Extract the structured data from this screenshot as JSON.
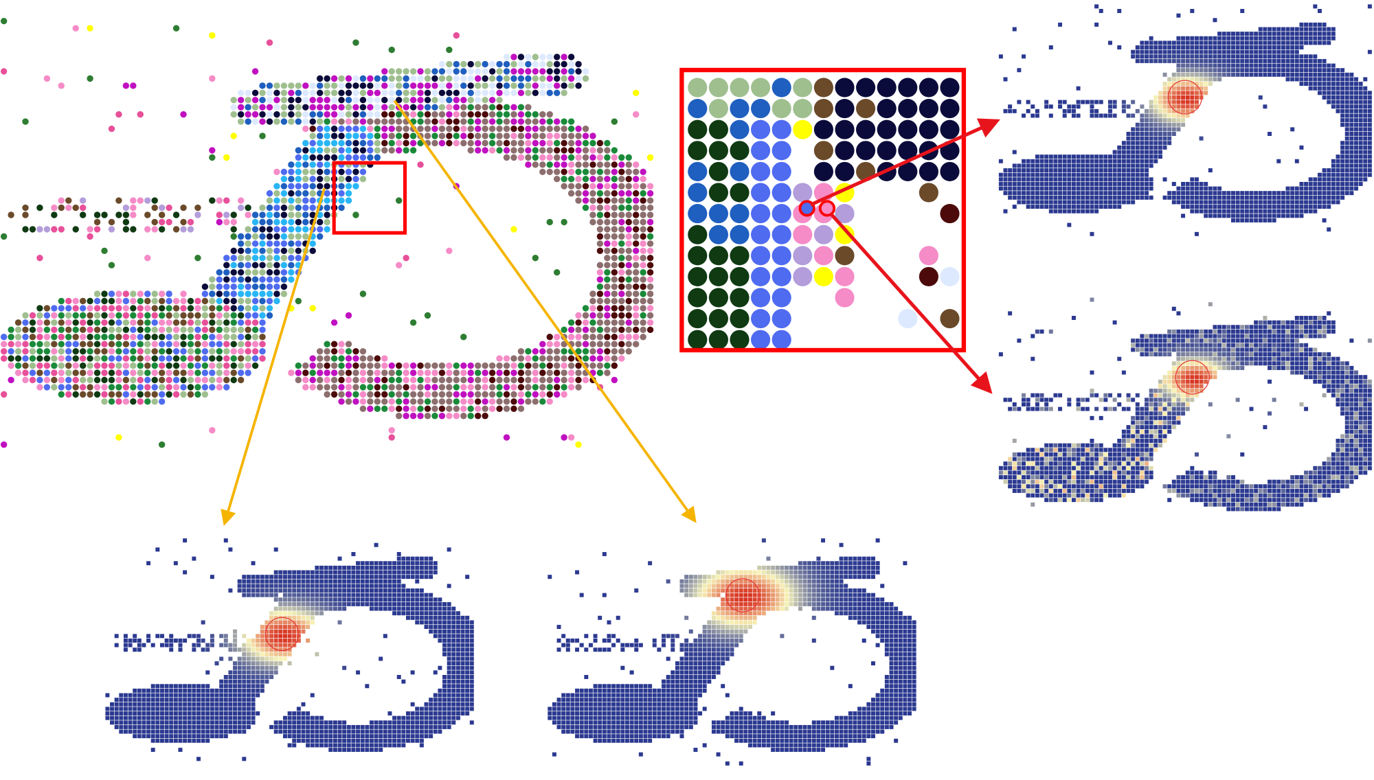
{
  "colors": {
    "zoom_box": "#ff0000",
    "arrow_red": "#e8141c",
    "arrow_orange": "#f5b400",
    "heat_low": "#2b3990",
    "heat_mid": "#f7f3b5",
    "heat_high": "#d7301f",
    "cluster_palette": [
      "#0b0b3b",
      "#4f6bf0",
      "#9fbf8f",
      "#1f5fbf",
      "#6b4a2a",
      "#e8509a",
      "#f58bc7",
      "#8d6e6e",
      "#0f3a12",
      "#c010c0",
      "#ffff00",
      "#1a8a3a",
      "#bfe3ff",
      "#4d0a0a",
      "#29b6f6",
      "#dde9ff",
      "#b39ddb",
      "#2e7d32"
    ]
  },
  "panels": {
    "cluster_map": {
      "kind": "spatial-cluster-map"
    },
    "zoom_inset": {
      "kind": "magnified-region"
    },
    "heatmaps": [
      {
        "kind": "heatmap",
        "hotspot": "band-mid"
      },
      {
        "kind": "heatmap",
        "hotspot": "band-upper"
      },
      {
        "kind": "heatmap",
        "hotspot": "band-center"
      },
      {
        "kind": "heatmap",
        "hotspot": "band-diffuse"
      }
    ]
  }
}
